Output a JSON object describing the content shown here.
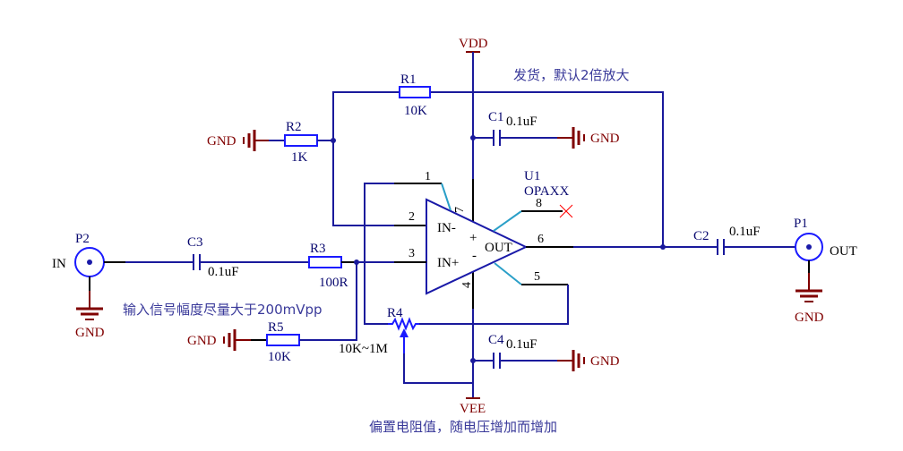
{
  "power": {
    "vdd": "VDD",
    "vee": "VEE",
    "gnd": "GND"
  },
  "opamp": {
    "ref": "U1",
    "value": "OPAXX",
    "in_minus": "IN-",
    "in_plus": "IN+",
    "out": "OUT",
    "plus": "+",
    "minus": "-",
    "pins": {
      "p1": "1",
      "p2": "2",
      "p3": "3",
      "p4": "4",
      "p5": "5",
      "p6": "6",
      "p7": "7",
      "p8": "8"
    }
  },
  "components": {
    "r1": {
      "ref": "R1",
      "value": "10K"
    },
    "r2": {
      "ref": "R2",
      "value": "1K"
    },
    "r3": {
      "ref": "R3",
      "value": "100R"
    },
    "r4": {
      "ref": "R4",
      "value": "10K~1M"
    },
    "r5": {
      "ref": "R5",
      "value": "10K"
    },
    "c1": {
      "ref": "C1",
      "value": "0.1uF"
    },
    "c2": {
      "ref": "C2",
      "value": "0.1uF"
    },
    "c3": {
      "ref": "C3",
      "value": "0.1uF"
    },
    "c4": {
      "ref": "C4",
      "value": "0.1uF"
    }
  },
  "connectors": {
    "p1": {
      "ref": "P1",
      "net": "OUT"
    },
    "p2": {
      "ref": "P2",
      "net": "IN"
    }
  },
  "notes": {
    "gain": "发货，默认2倍放大",
    "input": "输入信号幅度尽量大于200mVpp",
    "bias": "偏置电阻值，随电压增加而增加"
  },
  "colors": {
    "wire": "#1a1a9c",
    "ground": "#800000",
    "pin": "#2a9fc8",
    "no_connect": "#ff0000"
  }
}
